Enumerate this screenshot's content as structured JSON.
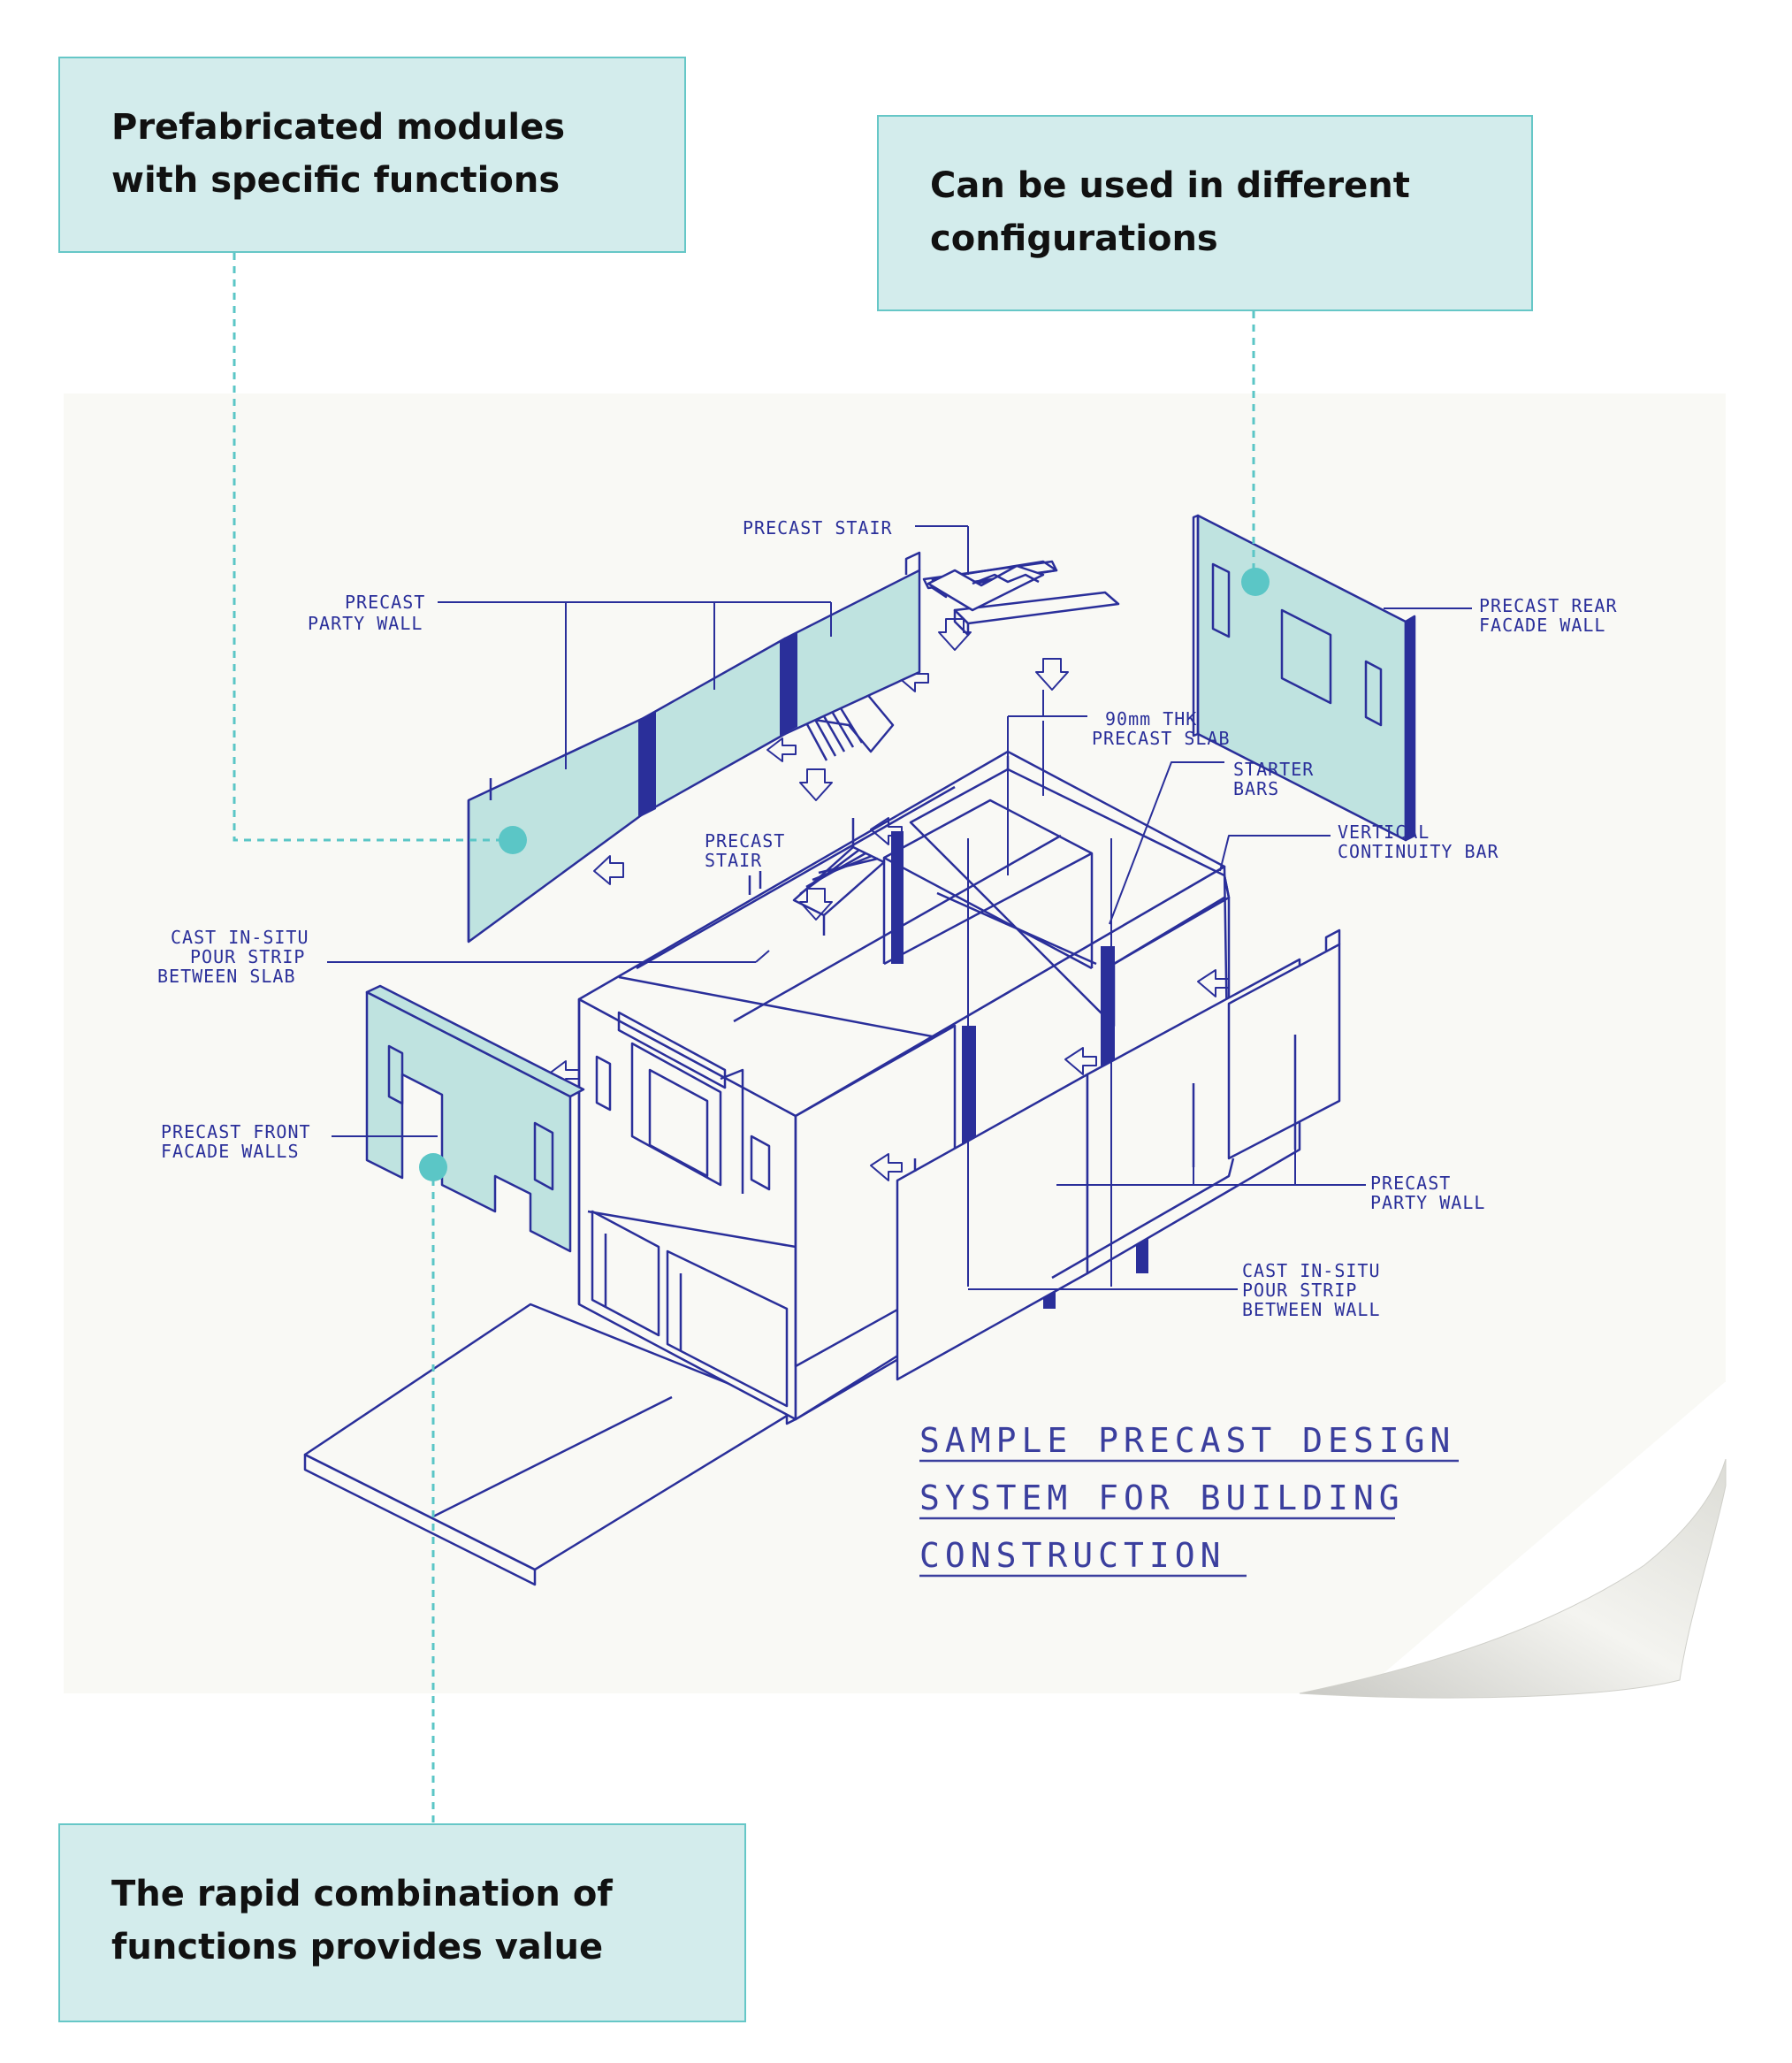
{
  "callouts": {
    "top_left": {
      "line1": "Prefabricated modules",
      "line2": "with specific functions"
    },
    "top_right": {
      "line1": "Can be used in different",
      "line2": "configurations"
    },
    "bottom": {
      "line1": "The rapid combination of",
      "line2": "functions provides value"
    }
  },
  "labels": {
    "precast_stair_top": "PRECAST STAIR",
    "party_wall_left_1": "PRECAST",
    "party_wall_left_2": "PARTY WALL",
    "rear_facade_1": "PRECAST REAR",
    "rear_facade_2": "FACADE WALL",
    "slab_1": "90mm THK",
    "slab_2": "PRECAST SLAB",
    "starter_1": "STARTER",
    "starter_2": "BARS",
    "vertical_1": "VERTICAL",
    "vertical_2": "CONTINUITY BAR",
    "stair_mid_1": "PRECAST",
    "stair_mid_2": "STAIR",
    "pour_slab_1": "CAST IN-SITU",
    "pour_slab_2": "POUR STRIP",
    "pour_slab_3": "BETWEEN SLAB",
    "front_facade_1": "PRECAST FRONT",
    "front_facade_2": "FACADE WALLS",
    "party_wall_right_1": "PRECAST",
    "party_wall_right_2": "PARTY WALL",
    "pour_wall_1": "CAST IN-SITU",
    "pour_wall_2": "POUR STRIP",
    "pour_wall_3": "BETWEEN WALL"
  },
  "caption": {
    "line1": "SAMPLE PRECAST DESIGN",
    "line2": "SYSTEM FOR BUILDING",
    "line3": "CONSTRUCTION"
  },
  "colors": {
    "ink": "#2a2f9a",
    "teal": "#5bc6c6",
    "panel_fill": "#bfe3e0",
    "callout_fill": "#d3ecec"
  }
}
